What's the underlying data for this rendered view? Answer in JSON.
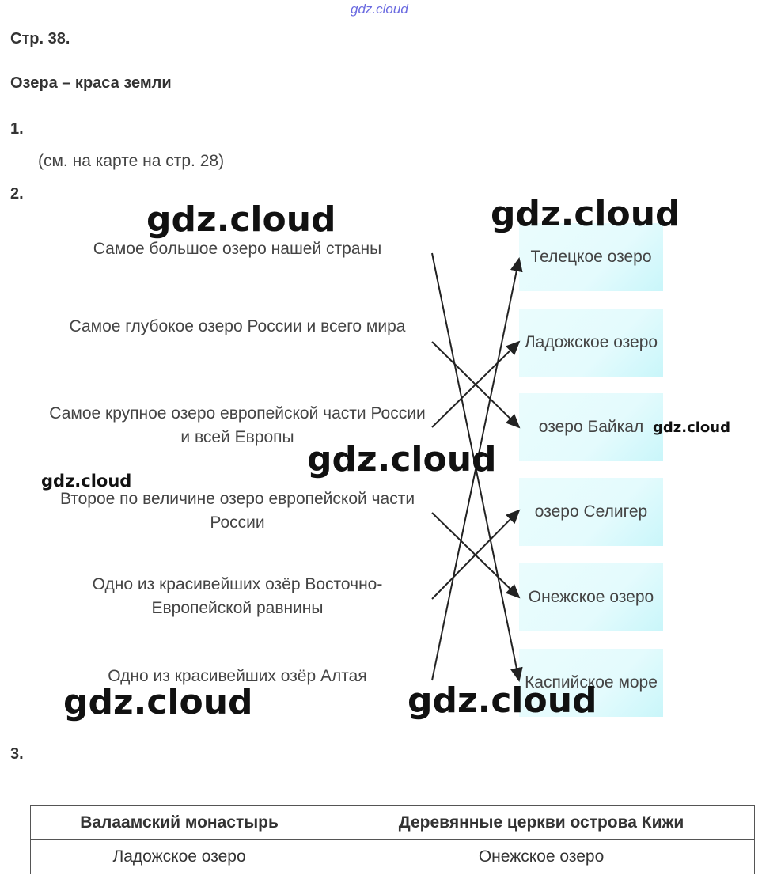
{
  "watermark_top": "gdz.cloud",
  "page_label": "Стр. 38.",
  "title": "Озера – краса земли",
  "task1": {
    "number": "1.",
    "note": "(см. на карте на стр. 28)"
  },
  "task2": {
    "number": "2.",
    "left": [
      "Самое большое озеро нашей страны",
      "Самое глубокое озеро России и всего мира",
      "Самое крупное озеро европейской части России и всей Европы",
      "Второе по величине озеро европейской части России",
      "Одно из красивейших озёр Восточно-Европейской равнины",
      "Одно из красивейших озёр Алтая"
    ],
    "right": [
      "Телецкое озеро",
      "Ладожское озеро",
      "озеро Байкал",
      "озеро Селигер",
      "Онежское озеро",
      "Каспийское море"
    ],
    "matches": [
      [
        0,
        5
      ],
      [
        1,
        2
      ],
      [
        2,
        1
      ],
      [
        3,
        4
      ],
      [
        4,
        3
      ],
      [
        5,
        0
      ]
    ]
  },
  "task3": {
    "number": "3.",
    "headers": [
      "Валаамский монастырь",
      "Деревянные церкви острова Кижи"
    ],
    "row": [
      "Ладожское озеро",
      "Онежское озеро"
    ]
  },
  "watermarks": [
    "gdz.cloud",
    "gdz.cloud",
    "gdz.cloud",
    "gdz.cloud",
    "gdz.cloud",
    "gdz.cloud",
    "gdz.cloud"
  ]
}
